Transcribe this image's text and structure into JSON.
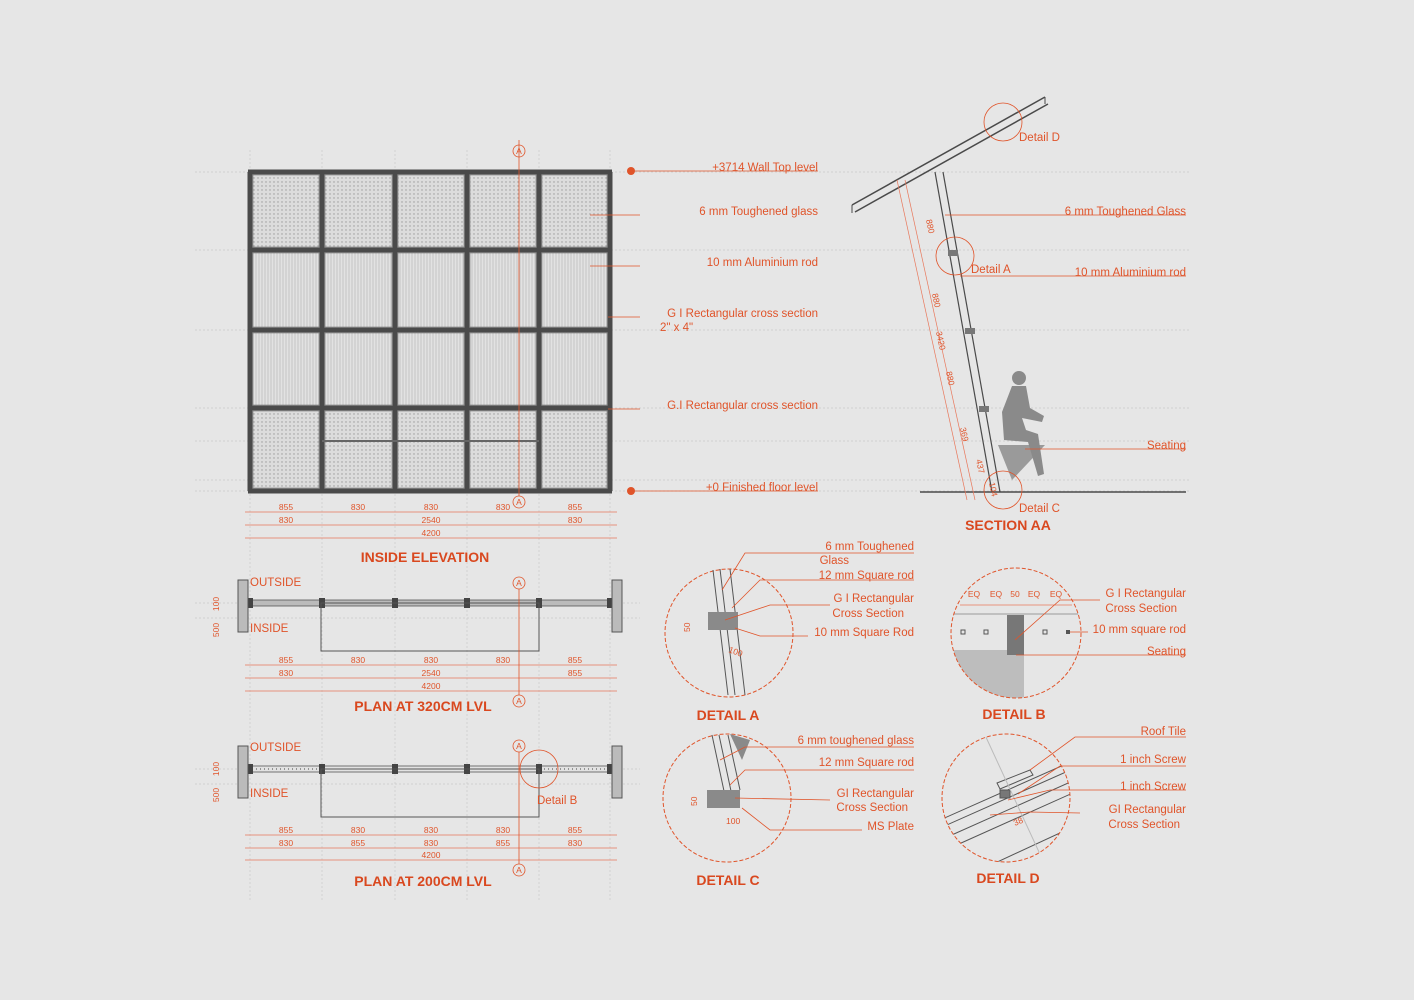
{
  "colors": {
    "accent": "#e0542a",
    "background": "#e6e6e6",
    "frame": "#4a4a4a"
  },
  "elevation": {
    "title": "INSIDE ELEVATION",
    "labels": [
      "+3714 Wall Top level",
      "6 mm Toughened glass",
      "10 mm Aluminium rod",
      "G I Rectangular cross section",
      "2\" x 4\"",
      "G.I Rectangular cross section",
      "+0 Finished floor level"
    ],
    "section_marker": "A",
    "dims_row1": [
      "855",
      "830",
      "830",
      "830",
      "855"
    ],
    "dims_row2": [
      "830",
      "2540",
      "830"
    ],
    "dims_row3": [
      "4200"
    ]
  },
  "plan320": {
    "title": "PLAN AT 320CM LVL",
    "outside": "OUTSIDE",
    "inside": "INSIDE",
    "side_dims": [
      "100",
      "500"
    ],
    "dims_row1": [
      "855",
      "830",
      "830",
      "830",
      "855"
    ],
    "dims_row2": [
      "830",
      "2540",
      "855"
    ],
    "dims_row3": [
      "4200"
    ]
  },
  "plan200": {
    "title": "PLAN AT 200CM LVL",
    "outside": "OUTSIDE",
    "inside": "INSIDE",
    "side_dims": [
      "100",
      "500"
    ],
    "detail": "Detail B",
    "dims_row1": [
      "855",
      "830",
      "830",
      "830",
      "855"
    ],
    "dims_row2": [
      "830",
      "855",
      "830",
      "855",
      "830"
    ],
    "dims_row3": [
      "4200"
    ]
  },
  "section": {
    "title": "SECTION AA",
    "labels": [
      "6 mm Toughened Glass",
      "10 mm Aluminium rod",
      "Seating"
    ],
    "details": [
      "Detail D",
      "Detail A",
      "Detail C"
    ],
    "dims": [
      "880",
      "880",
      "3420",
      "880",
      "369",
      "437",
      "104"
    ]
  },
  "detail_a": {
    "title": "DETAIL A",
    "labels": [
      "6 mm Toughened",
      "Glass",
      "12 mm Square rod",
      "G I Rectangular",
      "Cross Section",
      "10 mm Square Rod"
    ],
    "dims": [
      "50",
      "100"
    ]
  },
  "detail_b": {
    "title": "DETAIL B",
    "labels": [
      "G I Rectangular",
      "Cross Section",
      "10 mm square rod",
      "Seating"
    ],
    "dims": [
      "EQ",
      "EQ",
      "50",
      "EQ",
      "EQ"
    ]
  },
  "detail_c": {
    "title": "DETAIL C",
    "labels": [
      "6 mm toughened glass",
      "12 mm Square rod",
      "GI Rectangular",
      "Cross Section",
      "MS Plate"
    ],
    "dims": [
      "50",
      "100"
    ]
  },
  "detail_d": {
    "title": "DETAIL D",
    "labels": [
      "Roof Tile",
      "1 inch Screw",
      "1 inch Screw",
      "GI Rectangular",
      "Cross Section"
    ],
    "dims": [
      "38"
    ]
  }
}
